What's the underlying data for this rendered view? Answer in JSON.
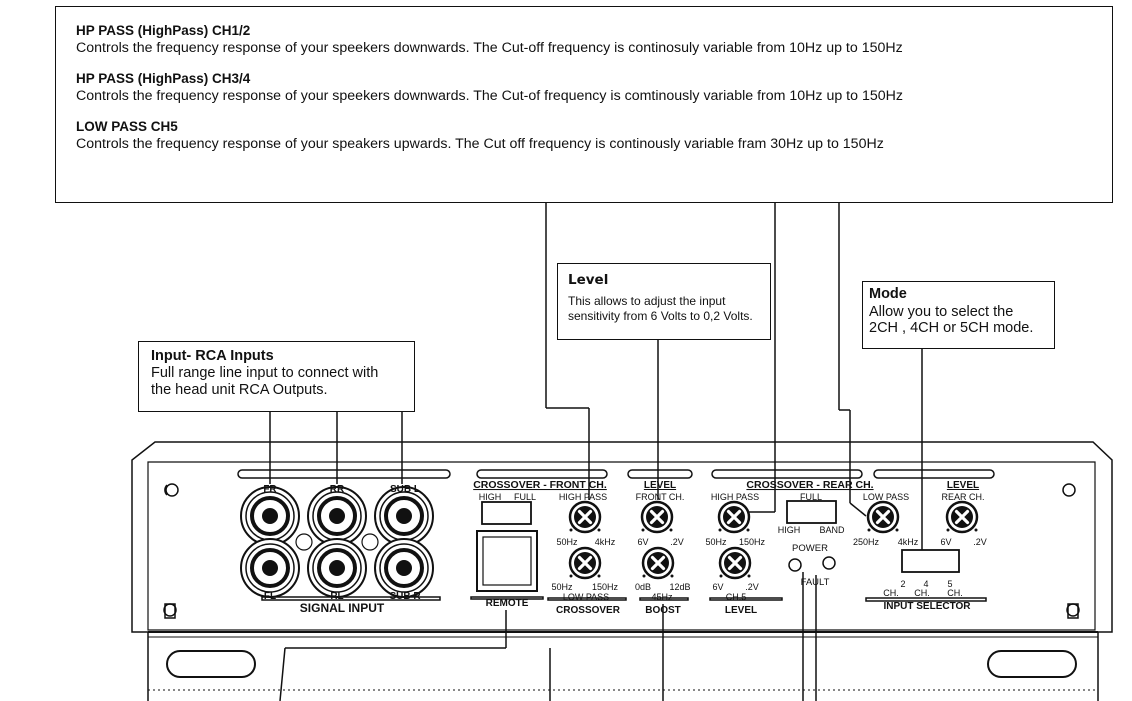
{
  "callouts": {
    "hp12": {
      "title": "HP PASS (HighPass) CH1/2",
      "text": "Controls the frequency response of your speekers downwards. The Cut-off frequency is continosuly variable from 10Hz up to 150Hz"
    },
    "hp34": {
      "title": "HP PASS (HighPass) CH3/4",
      "text": "Controls the frequency response of your speekers downwards. The Cut-of frequency is comtinously variable from 10Hz up to 150Hz"
    },
    "lp5": {
      "title": "LOW PASS CH5",
      "text": "Controls the frequency response of your speakers upwards. The Cut off frequency is continously variable fram 30Hz up to 150Hz"
    },
    "level": {
      "title": "Level",
      "line1": "This allows to adjust the input",
      "line2": "sensitivity from 6 Volts to 0,2 Volts."
    },
    "mode": {
      "title": "Mode",
      "line1": "Allow you to select the",
      "line2": "2CH , 4CH or 5CH mode."
    },
    "input": {
      "title": "Input- RCA Inputs",
      "line1": "Full range line input to connect with",
      "line2": "the head unit RCA Outputs."
    }
  },
  "panel": {
    "rca": {
      "fr": "FR",
      "rr": "RR",
      "sub_l": "SUB L",
      "fl": "FL",
      "rl": "RL",
      "sub_r": "SUB R",
      "section": "SIGNAL INPUT"
    },
    "remote": "REMOTE",
    "crossover_front": {
      "heading": "CROSSOVER - FRONT CH.",
      "high": "HIGH",
      "full": "FULL",
      "high_pass": "HIGH PASS",
      "hp_min": "50Hz",
      "hp_max": "4kHz",
      "lp_min": "50Hz",
      "lp_max": "150Hz",
      "low_pass": "LOW PASS",
      "section": "CROSSOVER"
    },
    "level_front": {
      "heading": "LEVEL",
      "sub": "FRONT CH.",
      "min": "6V",
      "max": ".2V"
    },
    "boost": {
      "min": "0dB",
      "max": "12dB",
      "freq": "45Hz",
      "section": "BOOST"
    },
    "crossover_rear": {
      "heading": "CROSSOVER - REAR CH.",
      "high_pass": "HIGH PASS",
      "hp_min": "50Hz",
      "hp_max": "150Hz",
      "full": "FULL",
      "high": "HIGH",
      "band": "BAND",
      "low_pass": "LOW PASS",
      "lp_min": "250Hz",
      "lp_max": "4kHz"
    },
    "ch5_level": {
      "min": "6V",
      "max": ".2V",
      "label": "CH.5",
      "section": "LEVEL"
    },
    "power": "POWER",
    "fault": "FAULT",
    "level_rear": {
      "heading": "LEVEL",
      "sub": "REAR CH.",
      "min": "6V",
      "max": ".2V"
    },
    "input_selector": {
      "n2": "2",
      "n4": "4",
      "n5": "5",
      "ch": "CH.",
      "section": "INPUT SELECTOR"
    }
  }
}
